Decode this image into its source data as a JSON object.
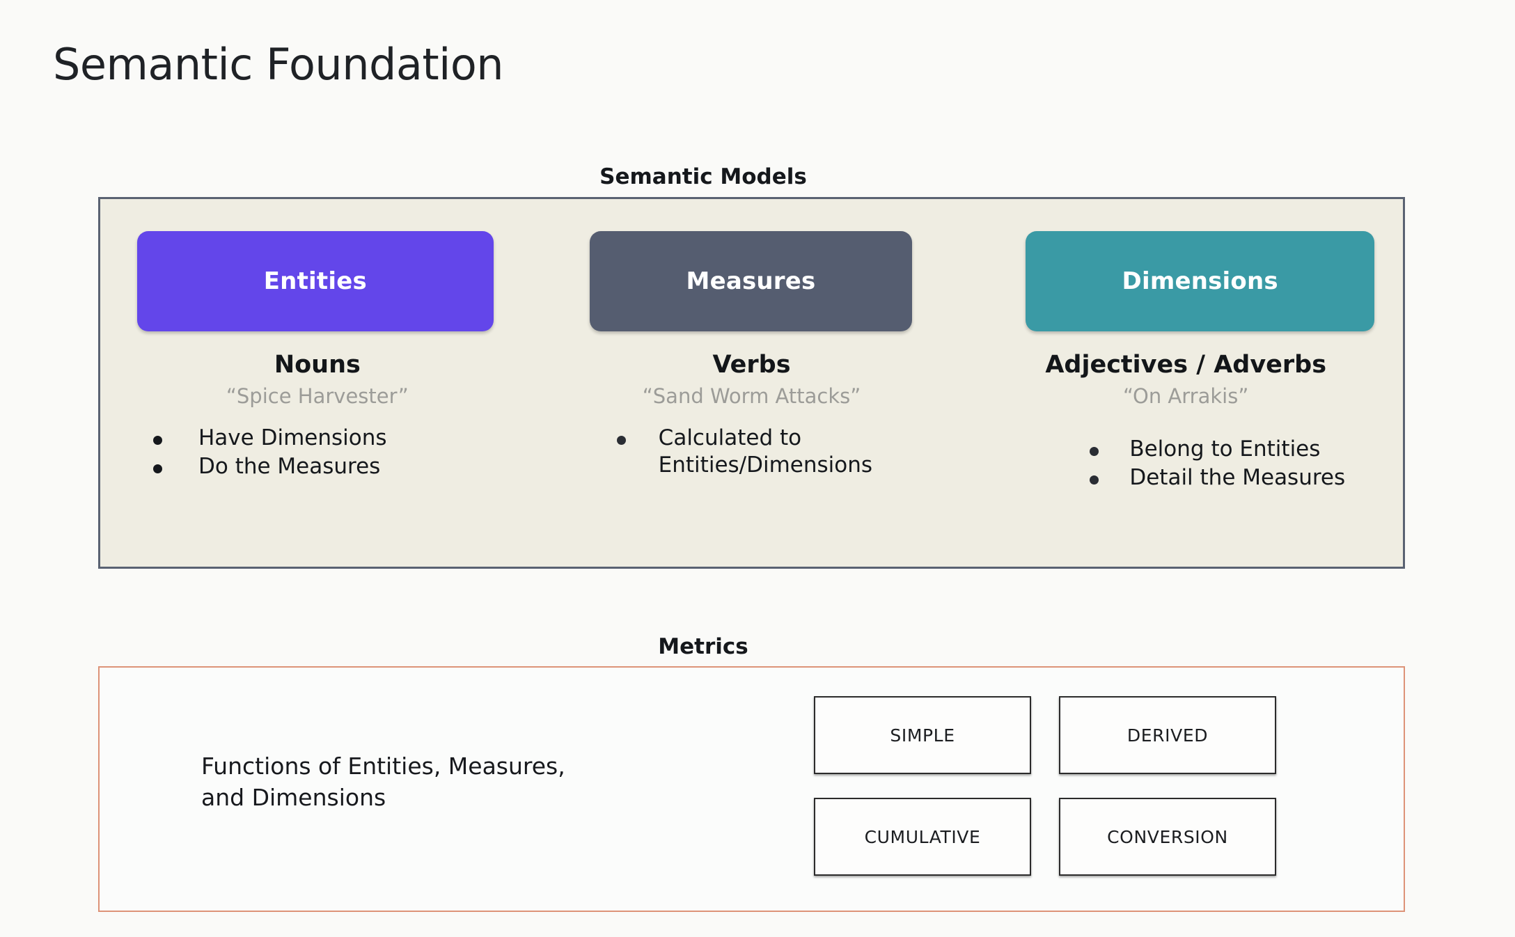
{
  "slide": {
    "title": "Semantic Foundation",
    "background_color": "#fafaf8"
  },
  "semantic_models": {
    "heading": "Semantic Models",
    "panel_fill": "#efede2",
    "panel_border": "#5a6272",
    "columns": [
      {
        "pill_label": "Entities",
        "pill_color": "#6346ea",
        "pos_label": "Nouns",
        "pos_example": "“Spice Harvester”",
        "bullets": [
          "Have Dimensions",
          "Do the Measures"
        ]
      },
      {
        "pill_label": "Measures",
        "pill_color": "#555d70",
        "pos_label": "Verbs",
        "pos_example": "“Sand Worm Attacks”",
        "bullets": [
          "Calculated to\nEntities/Dimensions"
        ]
      },
      {
        "pill_label": "Dimensions",
        "pill_color": "#3a9aa5",
        "pos_label": "Adjectives / Adverbs",
        "pos_example": "“On Arrakis”",
        "bullets": [
          "Belong to Entities",
          "Detail the Measures"
        ]
      }
    ]
  },
  "metrics": {
    "heading": "Metrics",
    "panel_border": "#dd9378",
    "description": "Functions of Entities, Measures,\nand Dimensions",
    "types": [
      {
        "label": "SIMPLE"
      },
      {
        "label": "DERIVED"
      },
      {
        "label": "CUMULATIVE"
      },
      {
        "label": "CONVERSION"
      }
    ]
  }
}
